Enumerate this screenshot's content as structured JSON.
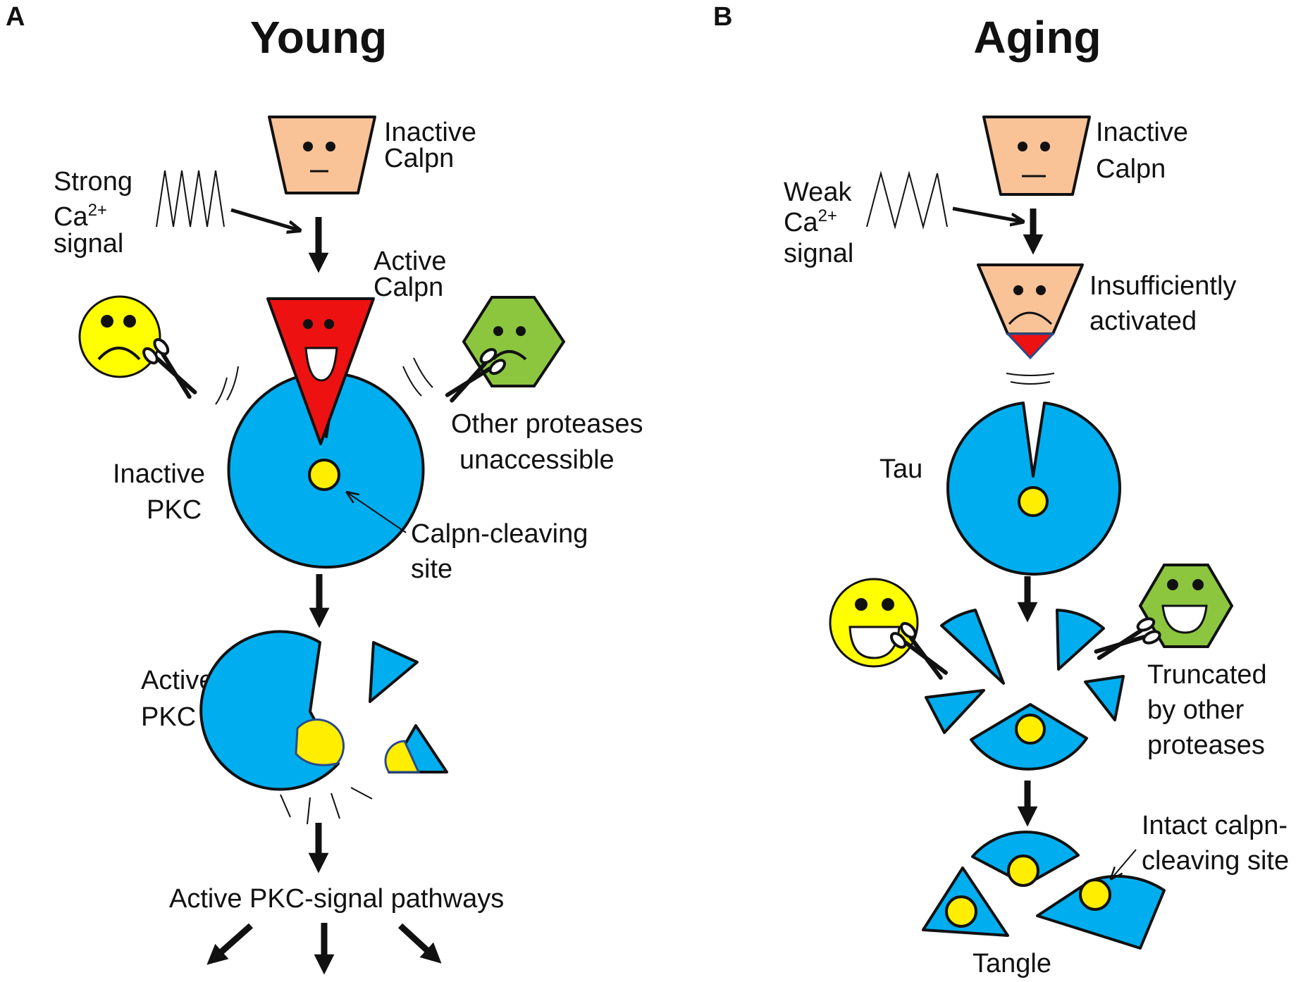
{
  "panel_a": {
    "letter": "A",
    "title": "Young",
    "inactive_calpn": [
      "Inactive",
      "Calpn"
    ],
    "signal": [
      "Strong",
      "Ca",
      "2+",
      "signal"
    ],
    "active_calpn": [
      "Active",
      "Calpn"
    ],
    "other_proteases": [
      "Other proteases",
      "unaccessible"
    ],
    "inactive_pkc": [
      "Inactive",
      "PKC"
    ],
    "cleaving_site": [
      "Calpn-cleaving",
      "site"
    ],
    "active_pkc": [
      "Active",
      "PKC"
    ],
    "pathways": "Active PKC-signal pathways"
  },
  "panel_b": {
    "letter": "B",
    "title": "Aging",
    "inactive_calpn": [
      "Inactive",
      "Calpn"
    ],
    "signal": [
      "Weak",
      "Ca",
      "2+",
      "signal"
    ],
    "insufficient": [
      "Insufficiently",
      "activated"
    ],
    "tau": "Tau",
    "truncated": [
      "Truncated",
      "by other",
      "proteases"
    ],
    "intact_site": [
      "Intact calpn-",
      "cleaving site"
    ],
    "tangle": "Tangle"
  },
  "colors": {
    "calpain_inactive": "#f9c297",
    "calpain_active": "#ee1111",
    "protein": "#00aeef",
    "cleaving_site": "#ffee00",
    "protease_round": "#ffff00",
    "protease_hex": "#8cc63f"
  },
  "icons": [
    "calpain-inactive-icon",
    "calpain-active-icon",
    "scissors-icon",
    "sad-face-icon",
    "happy-face-icon",
    "pkc-pie-icon",
    "tau-pie-icon",
    "tangle-icon"
  ]
}
